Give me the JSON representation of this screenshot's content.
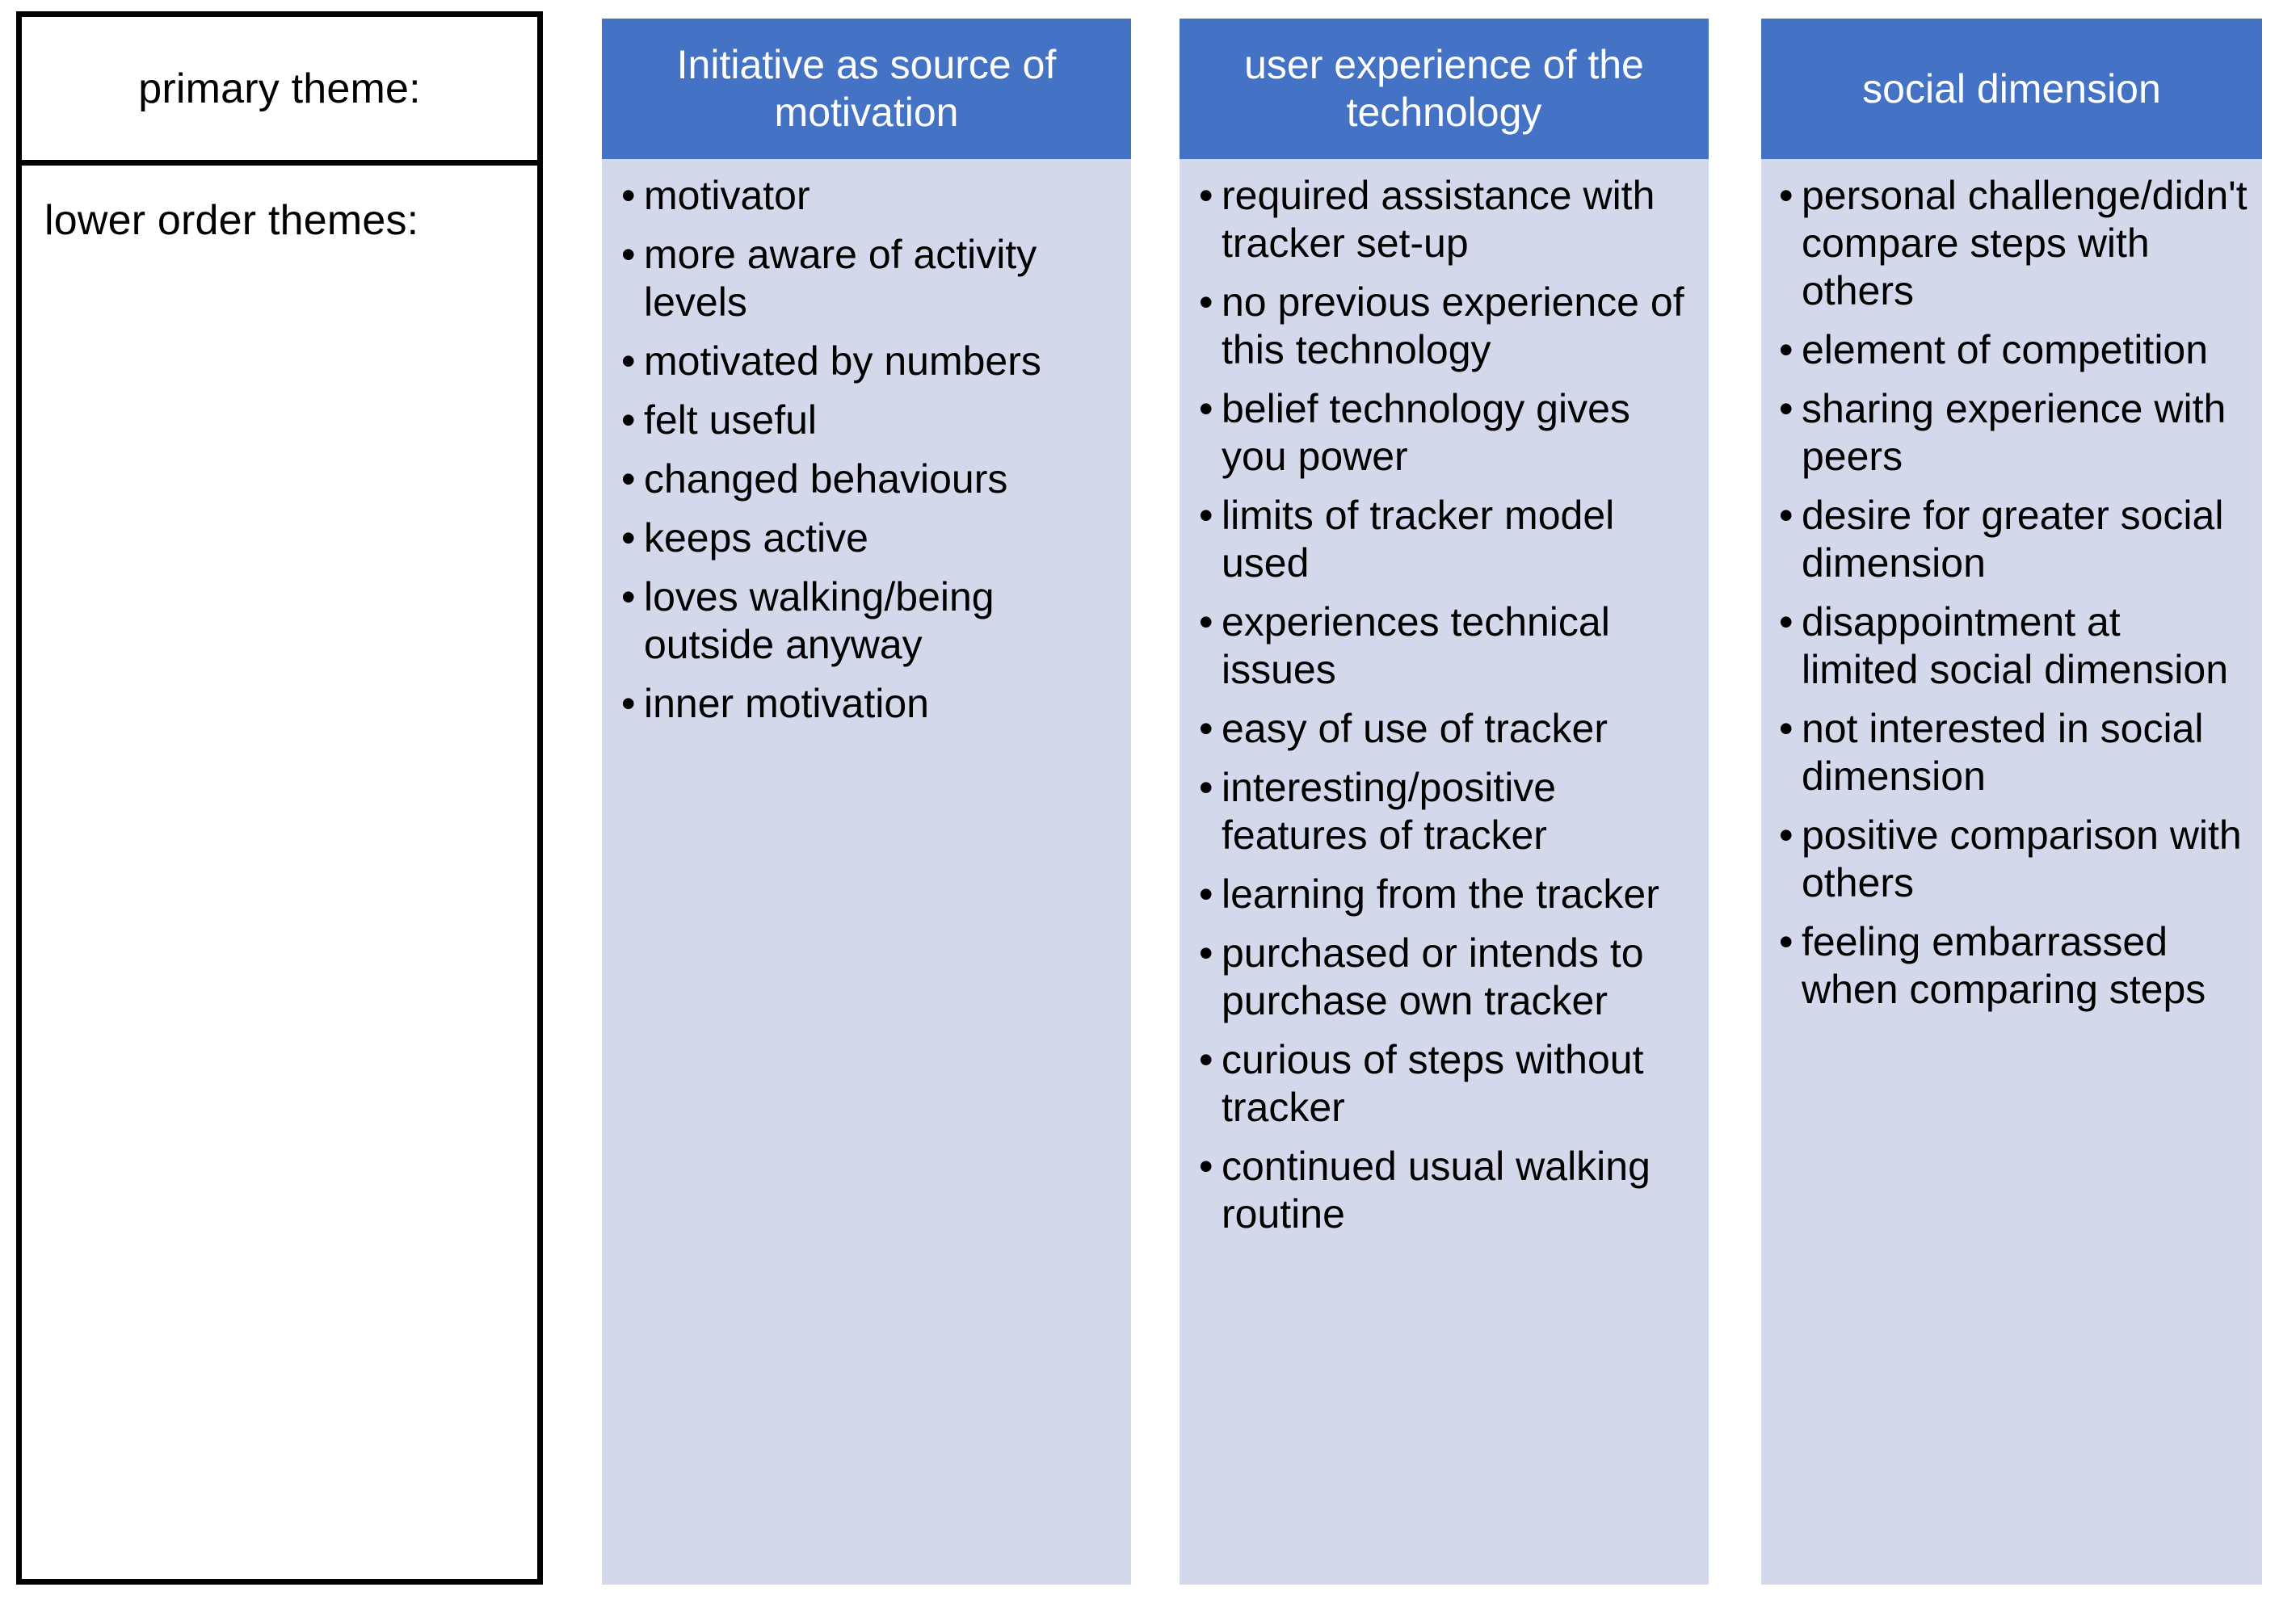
{
  "colors": {
    "header_blue": "#4472C4",
    "body_fill": "#D3D9EA",
    "legend_border": "#000000",
    "header_text": "#FFFFFF",
    "body_text": "#000000",
    "page_background": "#FFFFFF"
  },
  "legend": {
    "primary_label": "primary theme:",
    "lower_label": "lower order themes:"
  },
  "columns": [
    {
      "header": "Initiative as source of motivation",
      "bullets": [
        "motivator",
        "more aware of activity levels",
        "motivated by numbers",
        "felt useful",
        "changed behaviours",
        "keeps active",
        "loves walking/being outside anyway",
        "inner motivation"
      ]
    },
    {
      "header": "user experience of the technology",
      "bullets": [
        "required assistance with tracker set-up",
        "no previous experience of this technology",
        "belief technology gives you power",
        "limits of tracker model used",
        "experiences technical issues",
        "easy of use of tracker",
        "interesting/positive features of tracker",
        "learning from the tracker",
        "purchased or intends to purchase own tracker",
        "curious of steps without tracker",
        "continued usual walking routine"
      ]
    },
    {
      "header": "social dimension",
      "bullets": [
        "personal challenge/didn't compare steps with others",
        "element of competition",
        "sharing experience with peers",
        "desire for greater social dimension",
        "disappointment at limited social dimension",
        "not interested in social dimension",
        "positive comparison with others",
        "feeling embarrassed when comparing steps"
      ]
    }
  ]
}
